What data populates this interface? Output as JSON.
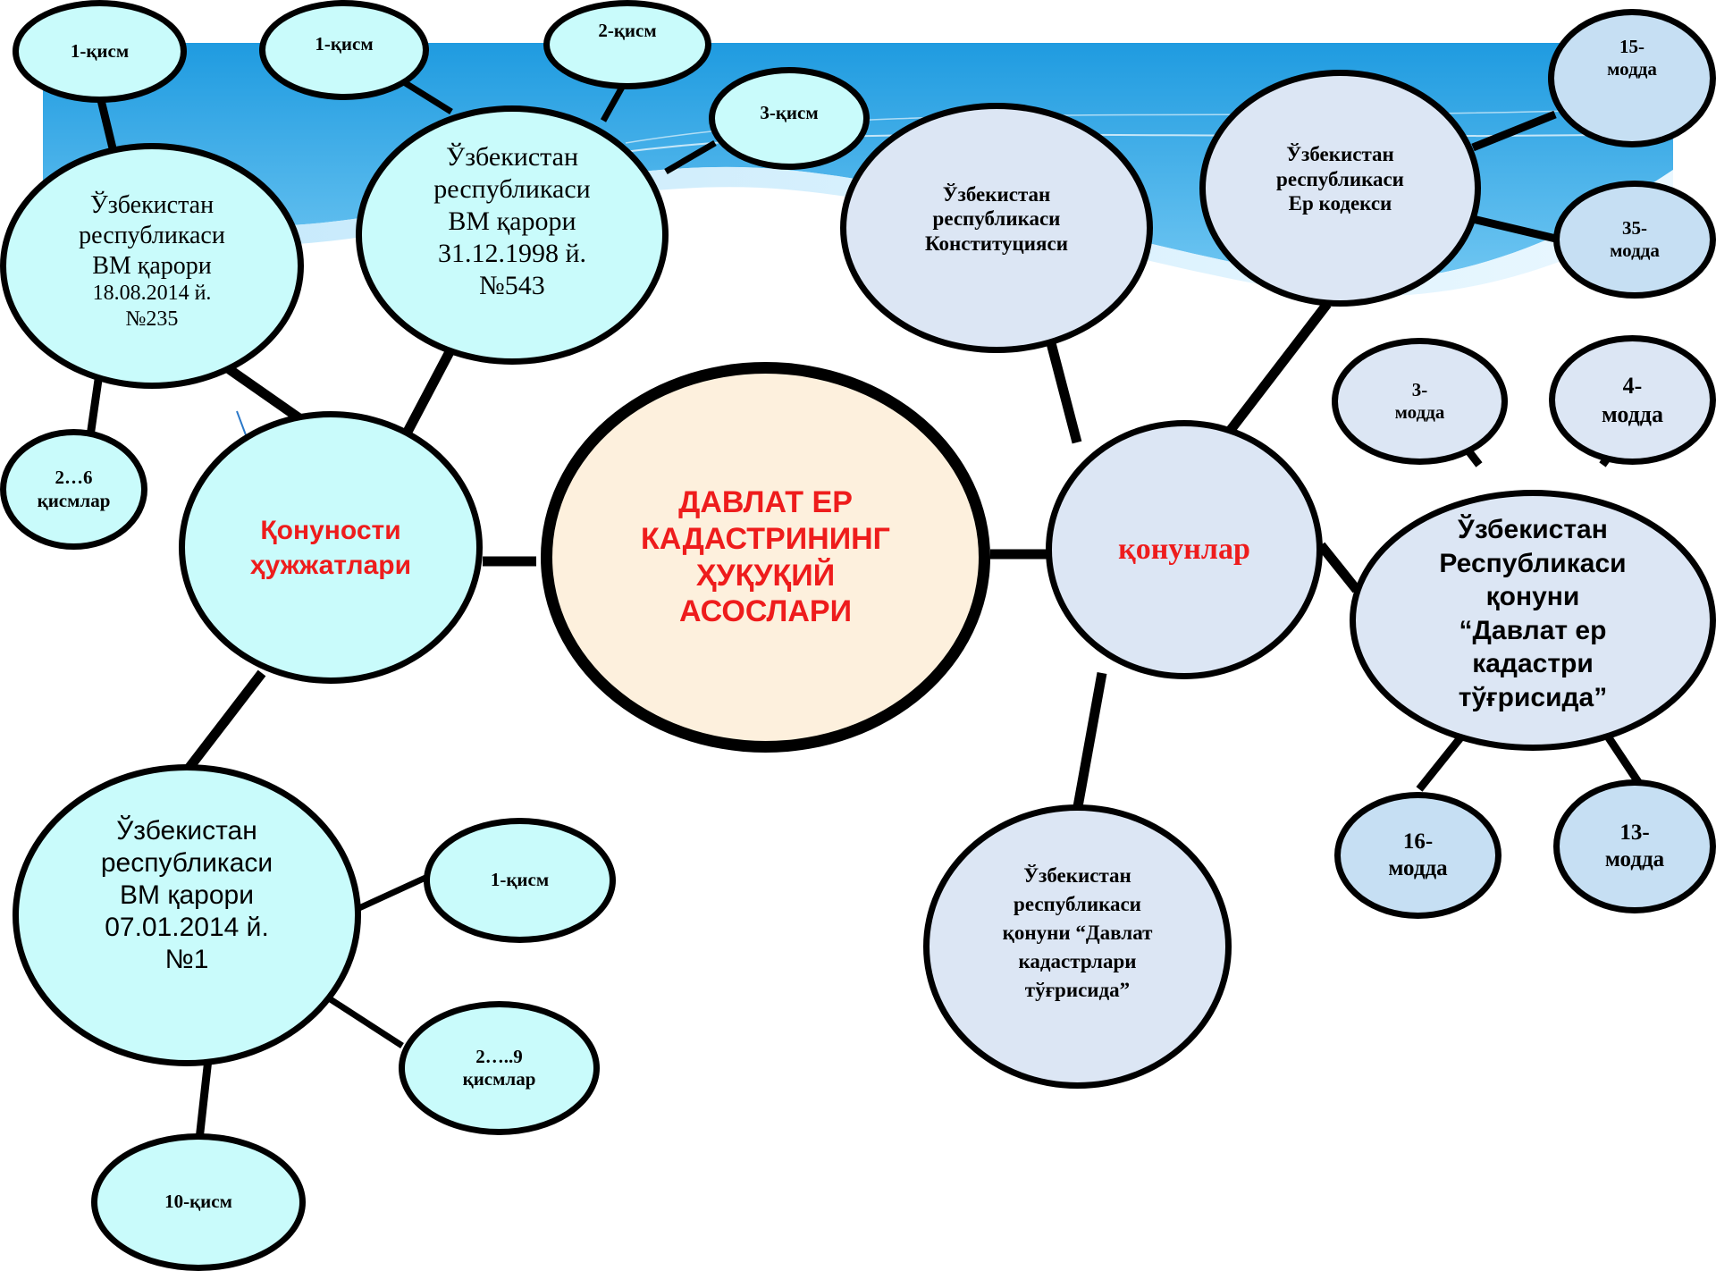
{
  "center": {
    "lines": [
      "ДАВЛАТ ЕР",
      "КАДАСТРИНИНГ",
      "ҲУҚУҚИЙ",
      "АСОСЛАРИ"
    ]
  },
  "branches": {
    "regulations": {
      "lines": [
        "Қонуности",
        "ҳужжатлари"
      ]
    },
    "laws": {
      "lines": [
        "қонунлар"
      ]
    }
  },
  "documents": {
    "vm_235": {
      "lines": [
        "Ўзбекистан",
        "республикаси",
        "ВМ қарори",
        "18.08.2014  й.",
        "№235"
      ]
    },
    "vm_543": {
      "lines": [
        "Ўзбекистан",
        "республикаси",
        "ВМ қарори",
        "31.12.1998 й.",
        "№543"
      ]
    },
    "vm_1": {
      "lines": [
        "Ўзбекистан",
        "республикаси",
        "ВМ қарори",
        "07.01.2014 й.",
        "№1"
      ]
    },
    "constitution": {
      "lines": [
        "Ўзбекистан",
        "республикаси",
        "Конституцияси"
      ]
    },
    "land_code": {
      "lines": [
        "Ўзбекистан",
        "республикаси",
        "Ер кодекси"
      ]
    },
    "law_land_cadastre": {
      "lines": [
        "Ўзбекистан",
        "Республикаси",
        "қонуни",
        "“Давлат ер",
        "кадастри",
        "тўғрисида”"
      ]
    },
    "law_cadastres": {
      "lines": [
        "Ўзбекистан",
        "республикаси",
        "қонуни “Давлат",
        "кадастрлари",
        "тўғрисида”"
      ]
    }
  },
  "parts": {
    "p235_1": {
      "lines": [
        "1-қисм"
      ]
    },
    "p235_2_6": {
      "lines": [
        "2…6",
        "қисмлар"
      ]
    },
    "p543_1": {
      "lines": [
        "1-қисм"
      ]
    },
    "p543_2": {
      "lines": [
        "2-қисм"
      ]
    },
    "p543_3": {
      "lines": [
        "3-қисм"
      ]
    },
    "p1_1": {
      "lines": [
        "1-қисм"
      ]
    },
    "p1_2_9": {
      "lines": [
        "2…..9",
        "қисмлар"
      ]
    },
    "p1_10": {
      "lines": [
        "10-қисм"
      ]
    },
    "code_15": {
      "lines": [
        "15-",
        "модда"
      ]
    },
    "code_35": {
      "lines": [
        "35-",
        "модда"
      ]
    },
    "law_3": {
      "lines": [
        "3-",
        "модда"
      ]
    },
    "law_4": {
      "lines": [
        "4-",
        "модда"
      ]
    },
    "law_16": {
      "lines": [
        "16-",
        "модда"
      ]
    },
    "law_13": {
      "lines": [
        "13-",
        "модда"
      ]
    }
  }
}
